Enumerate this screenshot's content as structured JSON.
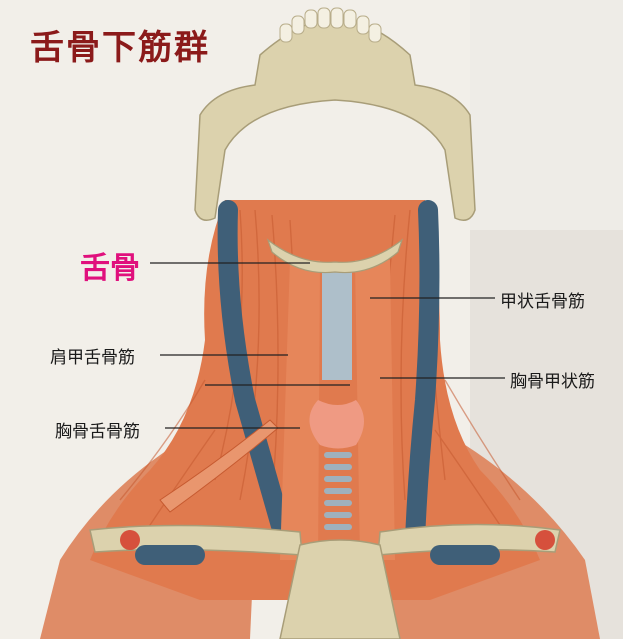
{
  "title": "舌骨下筋群",
  "labels": {
    "hyoid": "舌骨",
    "thyrohyoid": "甲状舌骨筋",
    "omohyoid": "肩甲舌骨筋",
    "sternothyroid": "胸骨甲状筋",
    "sternohyoid": "胸骨舌骨筋"
  },
  "colors": {
    "title": "#8b1a1a",
    "hyoid_label": "#e0107d",
    "muscle": "#e07a4e",
    "muscle_dark": "#c65a30",
    "bone": "#dcd2ad",
    "vessel": "#3f5f78",
    "cartilage": "#aebfca",
    "background": "#f2efe9"
  }
}
